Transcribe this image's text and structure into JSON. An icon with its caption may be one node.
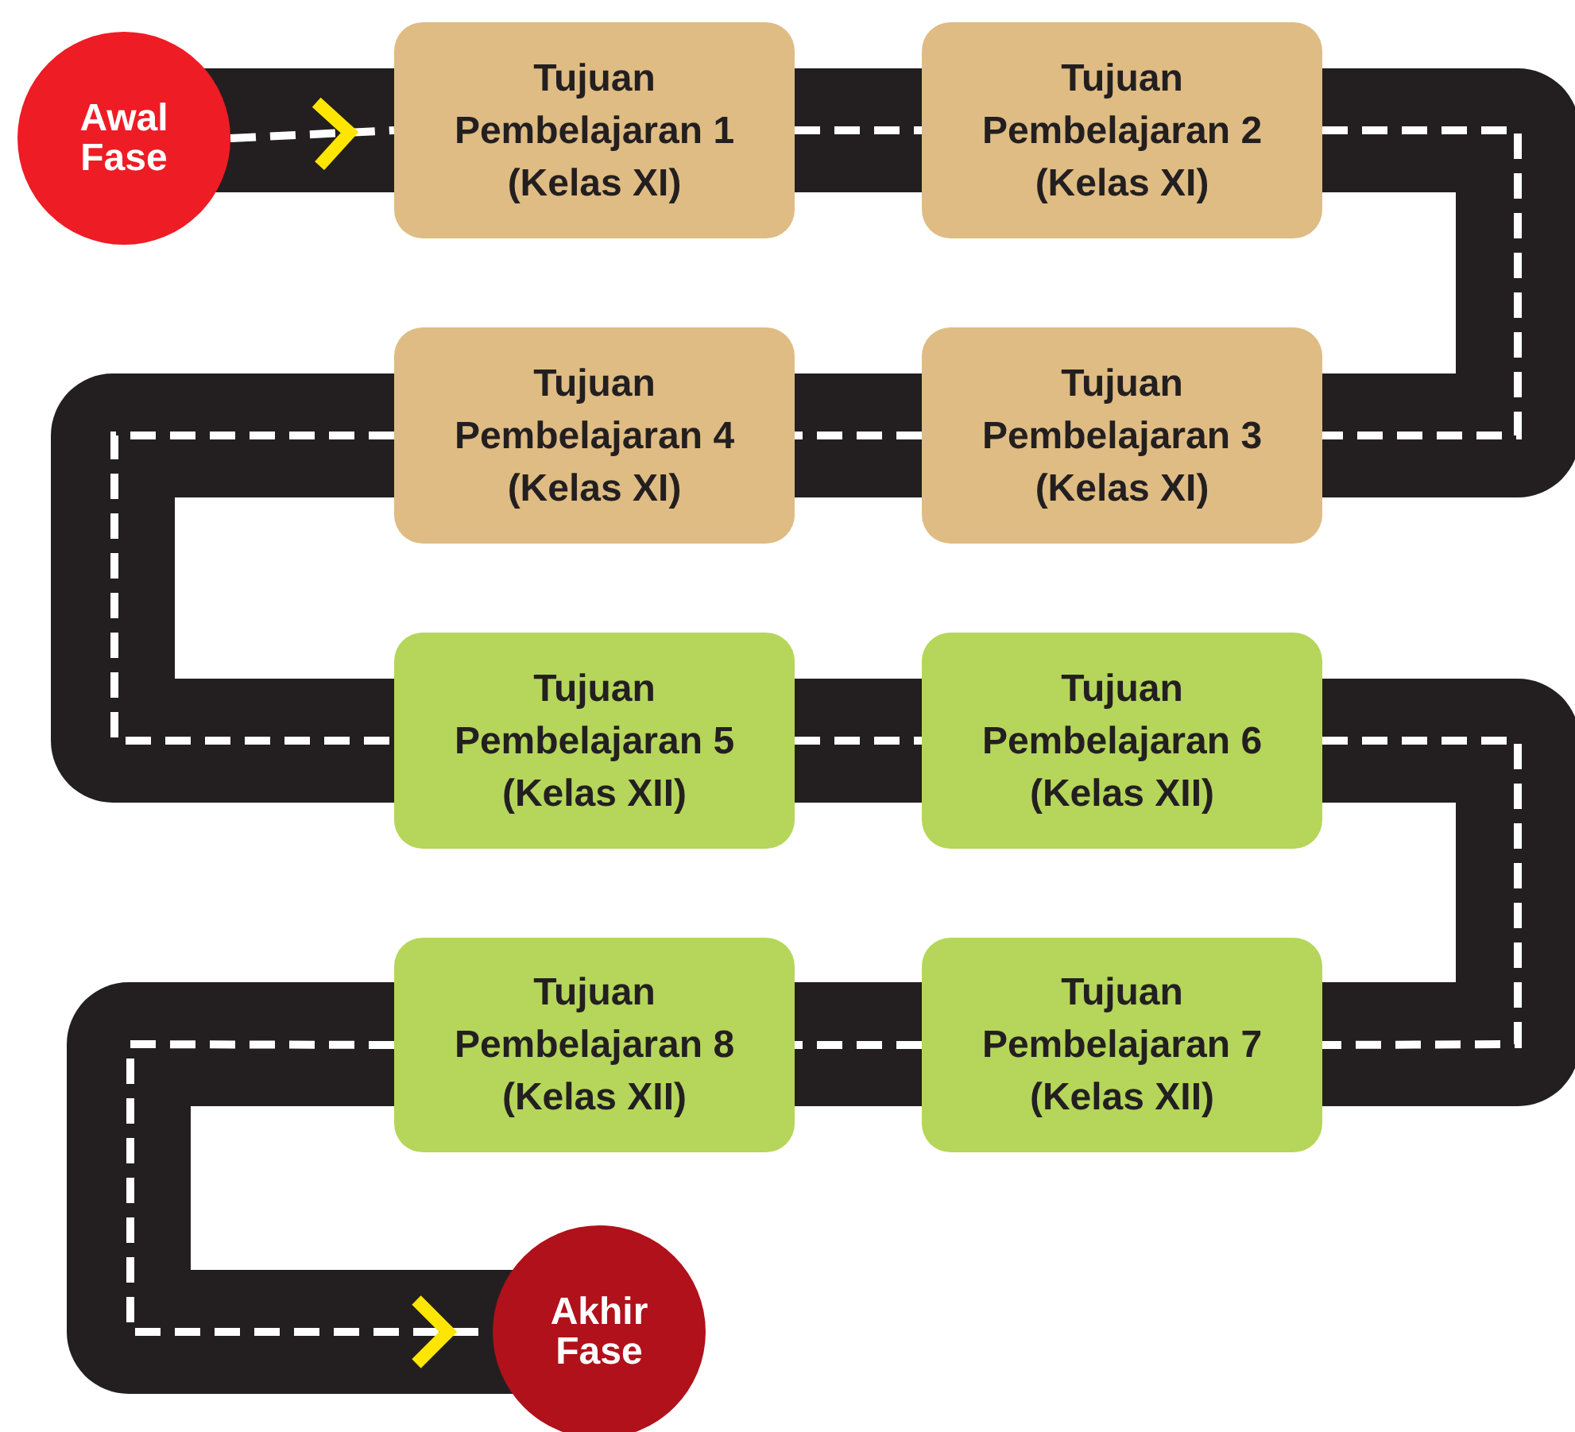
{
  "diagram": {
    "nodes": [
      {
        "text": [
          "Awal Fase"
        ]
      },
      {
        "text": [
          "Tujuan Pembelajaran 1 (Kelas XI)"
        ]
      },
      {
        "text": [
          "Tujuan Pembelajaran 2 (Kelas XI)"
        ]
      },
      {
        "text": [
          "Tujuan Pembelajaran 3 (Kelas XI)"
        ]
      },
      {
        "text": [
          "Tujuan Pembelajaran 4 (Kelas XI)"
        ]
      },
      {
        "text": [
          "Tujuan Pembelajaran 5 (Kelas XII)"
        ]
      },
      {
        "text": [
          "Tujuan Pembelajaran 6 (Kelas XII)"
        ]
      },
      {
        "text": [
          "Tujuan Pembelajaran 7 (Kelas XII)"
        ]
      },
      {
        "text": [
          "Tujuan Pembelajaran 8 (Kelas XII)"
        ]
      },
      {
        "text": [
          "Akhir Fase"
        ]
      }
    ],
    "edges": [
      {
        "from": 0,
        "to": 1,
        "arrow": "to"
      },
      {
        "from": 1,
        "to": 2,
        "arrow": "none"
      },
      {
        "from": 2,
        "to": 3,
        "arrow": "none"
      },
      {
        "from": 3,
        "to": 4,
        "arrow": "none"
      },
      {
        "from": 4,
        "to": 5,
        "arrow": "none"
      },
      {
        "from": 5,
        "to": 6,
        "arrow": "none"
      },
      {
        "from": 6,
        "to": 7,
        "arrow": "none"
      },
      {
        "from": 7,
        "to": 8,
        "arrow": "none"
      },
      {
        "from": 8,
        "to": 9,
        "arrow": "to"
      }
    ]
  }
}
